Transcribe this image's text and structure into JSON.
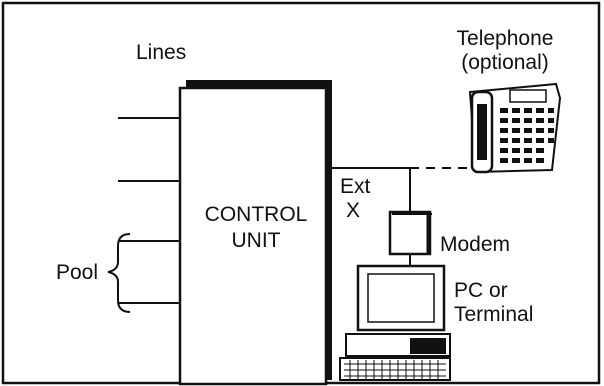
{
  "labels": {
    "lines": "Lines",
    "telephone": "Telephone",
    "telephone_note": "(optional)",
    "control_unit_line1": "CONTROL",
    "control_unit_line2": "UNIT",
    "ext": "Ext",
    "ext_x": "X",
    "modem": "Modem",
    "pc_or": "PC or",
    "terminal": "Terminal",
    "pool": "Pool"
  },
  "colors": {
    "ink": "#111111",
    "paper": "#ffffff"
  },
  "icons": {
    "telephone": "telephone-icon",
    "modem": "modem-box",
    "computer": "computer-terminal-icon"
  }
}
